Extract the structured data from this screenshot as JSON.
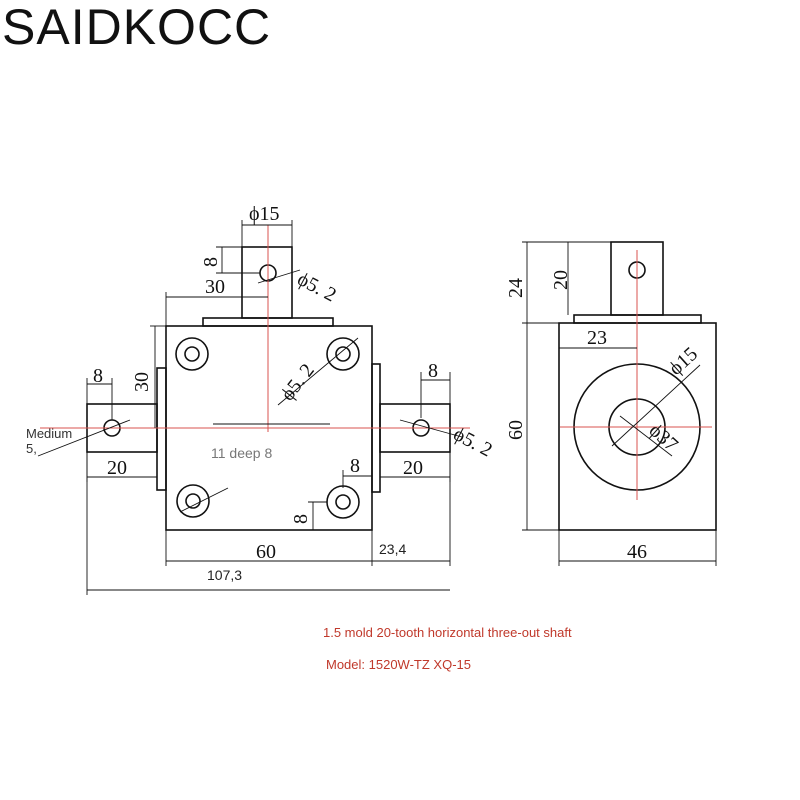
{
  "brand": "SAIDKOCC",
  "colors": {
    "line": "#111111",
    "center_line": "#d9534f",
    "caption": "#c0392b"
  },
  "front_view": {
    "top_shaft_diameter": "ϕ15",
    "top_key_offset": "8",
    "top_shaft_offset": "30",
    "top_hole": "ϕ5. 2",
    "height_to_shaft": "30",
    "mount_hole": "ϕ5. 2",
    "left_key_offset": "8",
    "left_label_line1": "Medium",
    "left_label_line2": "5,",
    "left_shaft_length": "20",
    "center_note": "11 deep 8",
    "right_key_offset": "8",
    "right_hole": "ϕ5. 2",
    "right_shaft_length": "20",
    "bottom_hole_offset_h": "8",
    "bottom_hole_offset_v": "8",
    "body_width": "60",
    "shaft_protrusion": "23,4",
    "overall_length": "107,3"
  },
  "side_view": {
    "shaft_height": "24",
    "shaft_key_offset": "20",
    "body_height": "60",
    "center_offset": "23",
    "boss_diameter": "ϕ15",
    "bore_diameter": "ϕ37",
    "body_width": "46"
  },
  "caption": {
    "line1": "1.5 mold 20-tooth horizontal three-out shaft",
    "line2": "Model: 1520W-TZ XQ-15"
  }
}
